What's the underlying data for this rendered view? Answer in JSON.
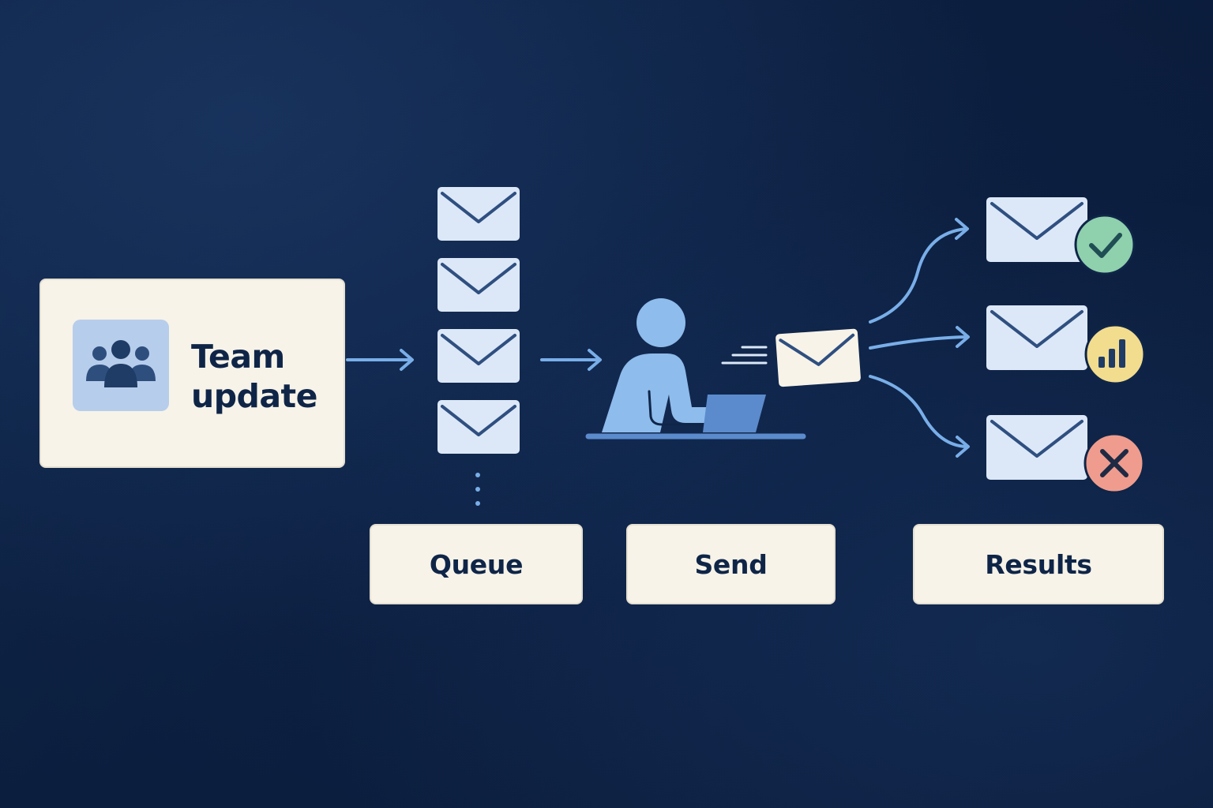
{
  "source": {
    "title_line1": "Team",
    "title_line2": "update",
    "icon": "team-icon"
  },
  "stages": {
    "queue_label": "Queue",
    "send_label": "Send",
    "results_label": "Results"
  },
  "queue": {
    "envelope_count": 4,
    "more_indicator": "vertical-dots-icon"
  },
  "sender": {
    "icon": "person-at-laptop-icon"
  },
  "results": [
    {
      "status": "delivered",
      "icon": "checkmark-icon",
      "color": "#8fd0ad"
    },
    {
      "status": "opened",
      "icon": "bar-chart-icon",
      "color": "#f2dc8e"
    },
    {
      "status": "failed",
      "icon": "x-icon",
      "color": "#ef9c8e"
    }
  ],
  "colors": {
    "background": "#0f2548",
    "card": "#f7f3e8",
    "envelope": "#dce8f7",
    "arrow": "#79aee8",
    "ink": "#0f2548",
    "person": "#8ebcec"
  }
}
